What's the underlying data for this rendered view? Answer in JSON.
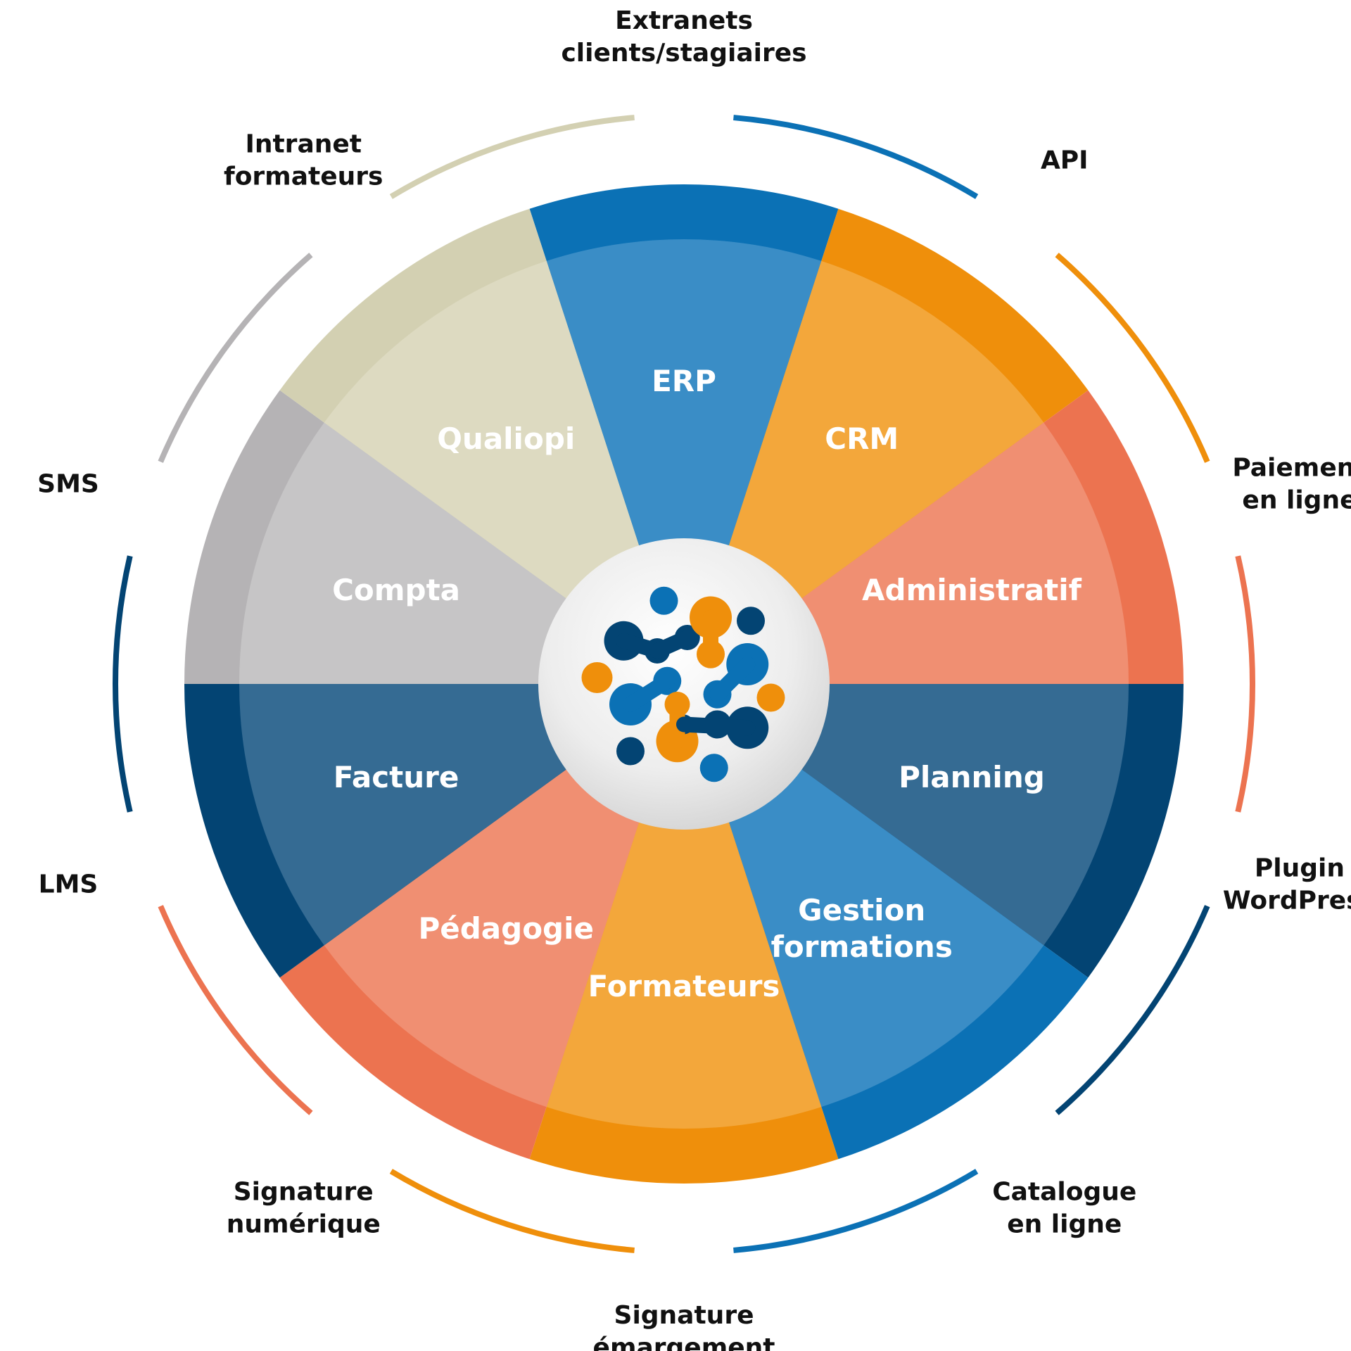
{
  "segments": [
    {
      "label": [
        "ERP"
      ],
      "outer": "#0B71B5",
      "inner": "#3A8DC6"
    },
    {
      "label": [
        "CRM"
      ],
      "outer": "#EF8F0B",
      "inner": "#F3A73B"
    },
    {
      "label": [
        "Administratif"
      ],
      "outer": "#EC7350",
      "inner": "#F08F72"
    },
    {
      "label": [
        "Planning"
      ],
      "outer": "#034473",
      "inner": "#356B93"
    },
    {
      "label": [
        "Gestion",
        "formations"
      ],
      "outer": "#0B71B5",
      "inner": "#3A8DC6"
    },
    {
      "label": [
        "Formateurs"
      ],
      "outer": "#EF8F0B",
      "inner": "#F3A73B"
    },
    {
      "label": [
        "Pédagogie"
      ],
      "outer": "#EC7350",
      "inner": "#F08F72"
    },
    {
      "label": [
        "Facture"
      ],
      "outer": "#034473",
      "inner": "#356B93"
    },
    {
      "label": [
        "Compta"
      ],
      "outer": "#B5B3B5",
      "inner": "#C6C5C6"
    },
    {
      "label": [
        "Qualiopi"
      ],
      "outer": "#D3D0B2",
      "inner": "#DDDAC1"
    }
  ],
  "integrations": [
    {
      "label": [
        "Intranet",
        "formateurs"
      ],
      "color": "#D3D0B2"
    },
    {
      "label": [
        "Extranets",
        "clients/stagiaires"
      ],
      "color": "#0B71B5"
    },
    {
      "label": [
        "API"
      ],
      "color": "#EF8F0B"
    },
    {
      "label": [
        "Paiement",
        "en ligne"
      ],
      "color": "#EC7350"
    },
    {
      "label": [
        "Plugin",
        "WordPress"
      ],
      "color": "#034473"
    },
    {
      "label": [
        "Catalogue",
        "en ligne"
      ],
      "color": "#0B71B5"
    },
    {
      "label": [
        "Signature",
        "émargement"
      ],
      "color": "#EF8F0B"
    },
    {
      "label": [
        "Signature",
        "numérique"
      ],
      "color": "#EC7350"
    },
    {
      "label": [
        "LMS"
      ],
      "color": "#034473"
    },
    {
      "label": [
        "SMS"
      ],
      "color": "#B5B3B5"
    }
  ],
  "center_logo": {
    "name": "molecule-logo-icon",
    "colors": [
      "#034473",
      "#0B71B5",
      "#EF8F0B"
    ]
  }
}
